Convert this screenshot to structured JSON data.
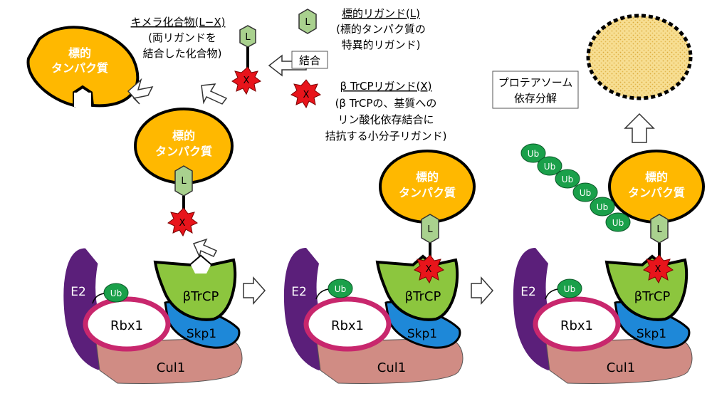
{
  "chimera": {
    "title": "キメラ化合物(L−X)",
    "desc_line1": "(両リガンドを",
    "desc_line2": "結合した化合物)"
  },
  "ligand_legend": {
    "symbol": "L",
    "title": "標的リガンド(L)",
    "desc_line1": "(標的タンパク質の",
    "desc_line2": "特異的リガンド)"
  },
  "binding_label": "結合",
  "x_legend": {
    "symbol": "X",
    "title": "β TrCPリガンド(X)",
    "desc_line1": "(β TrCPの、基質への",
    "desc_line2": "リン酸化依存結合に",
    "desc_line3": "拮抗する小分子リガンド)"
  },
  "proteasome_label_line1": "プロテアソーム",
  "proteasome_label_line2": "依存分解",
  "target_protein_line1": "標的",
  "target_protein_line2": "タンパク質",
  "ligand_symbol": "L",
  "x_symbol": "X",
  "ub_label": "Ub",
  "complex": {
    "e2": "E2",
    "rbx1": "Rbx1",
    "btrcp": "βTrCP",
    "skp1": "Skp1",
    "cul1": "Cul1"
  },
  "colors": {
    "target": "#FFB800",
    "ligand_l": "#A9D18E",
    "ligand_x": "#E8141B",
    "ub": "#1AA04A",
    "e2": "#5B1F7A",
    "btrcp": "#8CC63E",
    "skp1": "#1E88D8",
    "cul1": "#D08C84",
    "rbx1_ring": "#C8276D",
    "proteasome": "#F4D27A"
  }
}
